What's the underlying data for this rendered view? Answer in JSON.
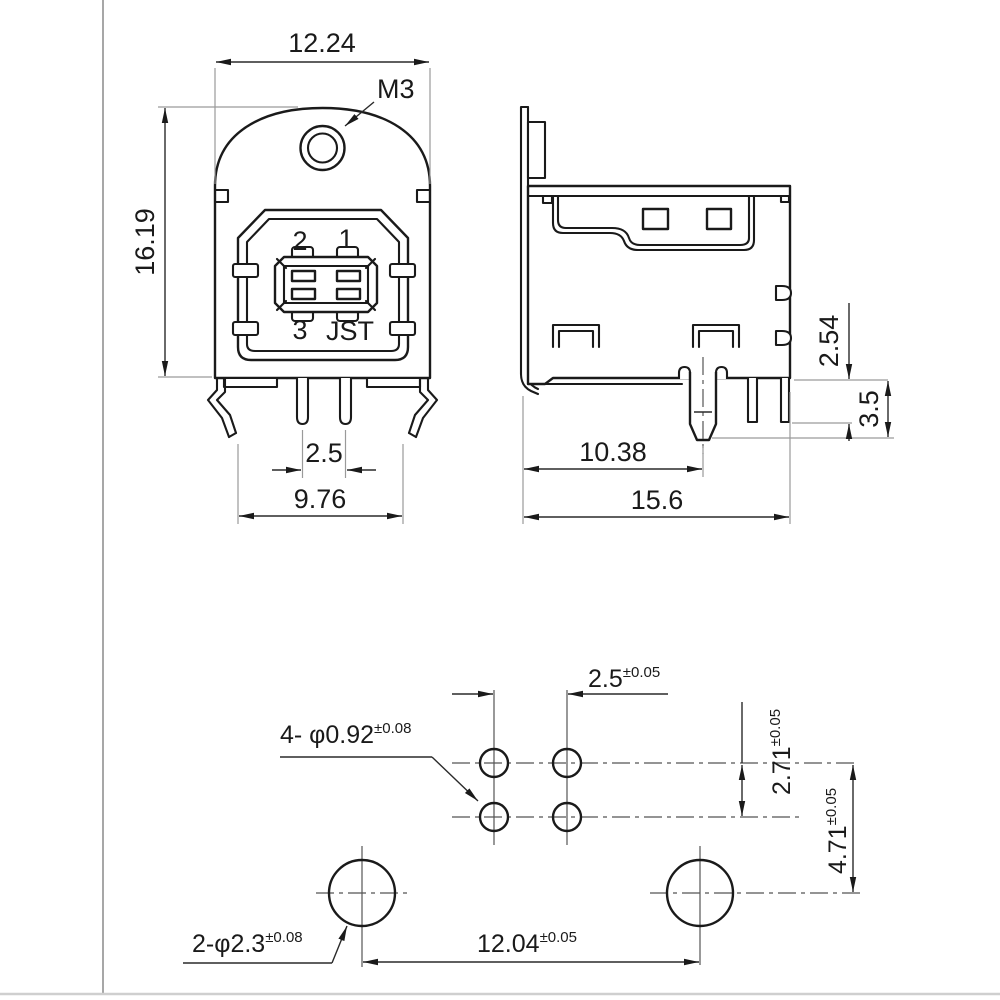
{
  "front_view": {
    "width_dim": "12.24",
    "screw_thread_label": "M3",
    "height_dim": "16.19",
    "contact_label_top_left": "2",
    "contact_label_top_right": "1",
    "contact_label_bottom_left": "3",
    "brand_label": "JST",
    "pin_pitch_dim": "2.5",
    "leg_span_dim": "9.76"
  },
  "side_view": {
    "pin_protrusion_dim": "2.54",
    "boss_height_dim": "3.5",
    "boss_offset_dim": "10.38",
    "depth_dim": "15.6"
  },
  "pcb_layout": {
    "hole_pitch_x": {
      "value": "2.5",
      "tol": "±0.05"
    },
    "pin_hole_callout": {
      "value": "4- φ0.92",
      "tol": "±0.08"
    },
    "row_pitch": {
      "value": "2.71",
      "tol": "±0.05"
    },
    "boss_row_offset": {
      "value": "4.71",
      "tol": "±0.05"
    },
    "boss_pitch": {
      "value": "12.04",
      "tol": "±0.05"
    },
    "boss_hole_callout": {
      "value": "2-φ2.3",
      "tol": "±0.08"
    }
  },
  "colors": {
    "object_line": "#1a1a1a",
    "dimension_line": "#2a2a2a",
    "extension_line": "#9a9a9a",
    "background": "#ffffff"
  }
}
